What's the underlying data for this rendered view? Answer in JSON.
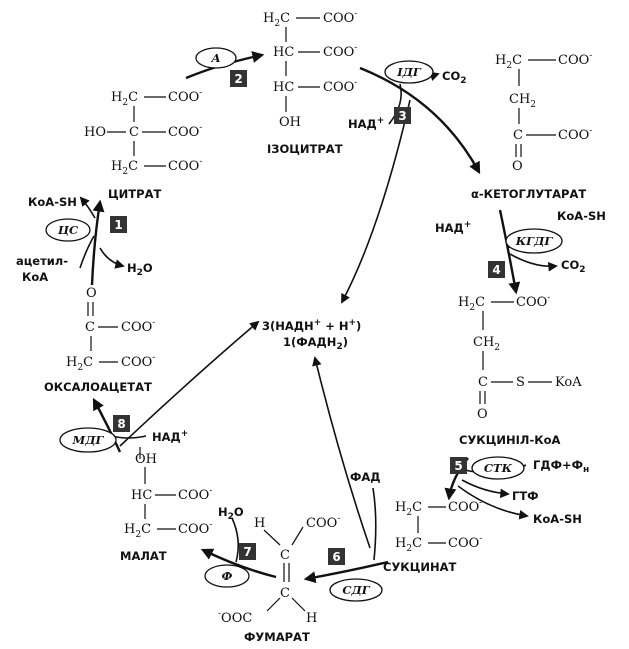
{
  "atoms": {
    "coo": "COO",
    "ooc": "OOC",
    "neg": "-",
    "h2c": "H",
    "c2": "C",
    "hc": "HC",
    "c": "C",
    "ho": "HO",
    "oh": "OH",
    "o": "O",
    "h": "H",
    "ch2": "CH",
    "two": "2",
    "s": "S",
    "koa": "KoA",
    "ho_minus": "-"
  },
  "compounds": {
    "citrate": "ЦИТРАТ",
    "isocitrate": "ІЗОЦИТРАТ",
    "akg": "α-КЕТОГЛУТАРАТ",
    "succinyl": "СУКЦИНІЛ-КоА",
    "succinate": "СУКЦИНАТ",
    "fumarate": "ФУМАРАТ",
    "malate": "МАЛАТ",
    "oxaloacetate": "ОКСАЛОАЦЕТАТ"
  },
  "enzymes": {
    "a": "А",
    "idg": "ІДГ",
    "kgdg": "КГДГ",
    "stk": "СТК",
    "sdg": "СДГ",
    "f": "Ф",
    "mdg": "МДГ",
    "cs": "ЦС"
  },
  "steps": [
    "1",
    "2",
    "3",
    "4",
    "5",
    "6",
    "7",
    "8"
  ],
  "cofactors": {
    "co2": "CO",
    "co2_sub": "2",
    "nad": "НАД",
    "nad_sup": "+",
    "koa_sh": "КоА-SH",
    "gdf": "ГДФ+Ф",
    "gdf_sub": "н",
    "gtf": "ГТФ",
    "fad": "ФАД",
    "h2o_h": "H",
    "h2o_sub": "2",
    "h2o_o": "O",
    "acetyl_1": "ацетил-",
    "acetyl_2": "КоА"
  },
  "center": {
    "line1": "3(НАДН",
    "line1_plus": "+",
    "line1_mid": " + H",
    "line1_plus2": "+",
    "line1_end": ")",
    "line2": "1(ФАДН",
    "line2_sub": "2",
    "line2_end": ")"
  }
}
